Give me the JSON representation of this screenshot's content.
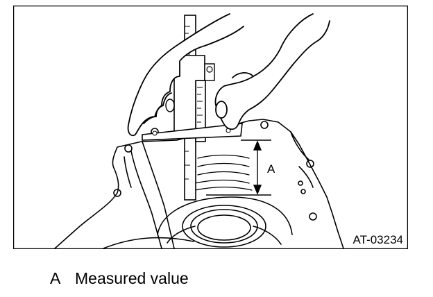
{
  "figure": {
    "code": "AT-03234",
    "dimension_label": "A"
  },
  "legend": {
    "letter": "A",
    "text": "Measured value"
  }
}
